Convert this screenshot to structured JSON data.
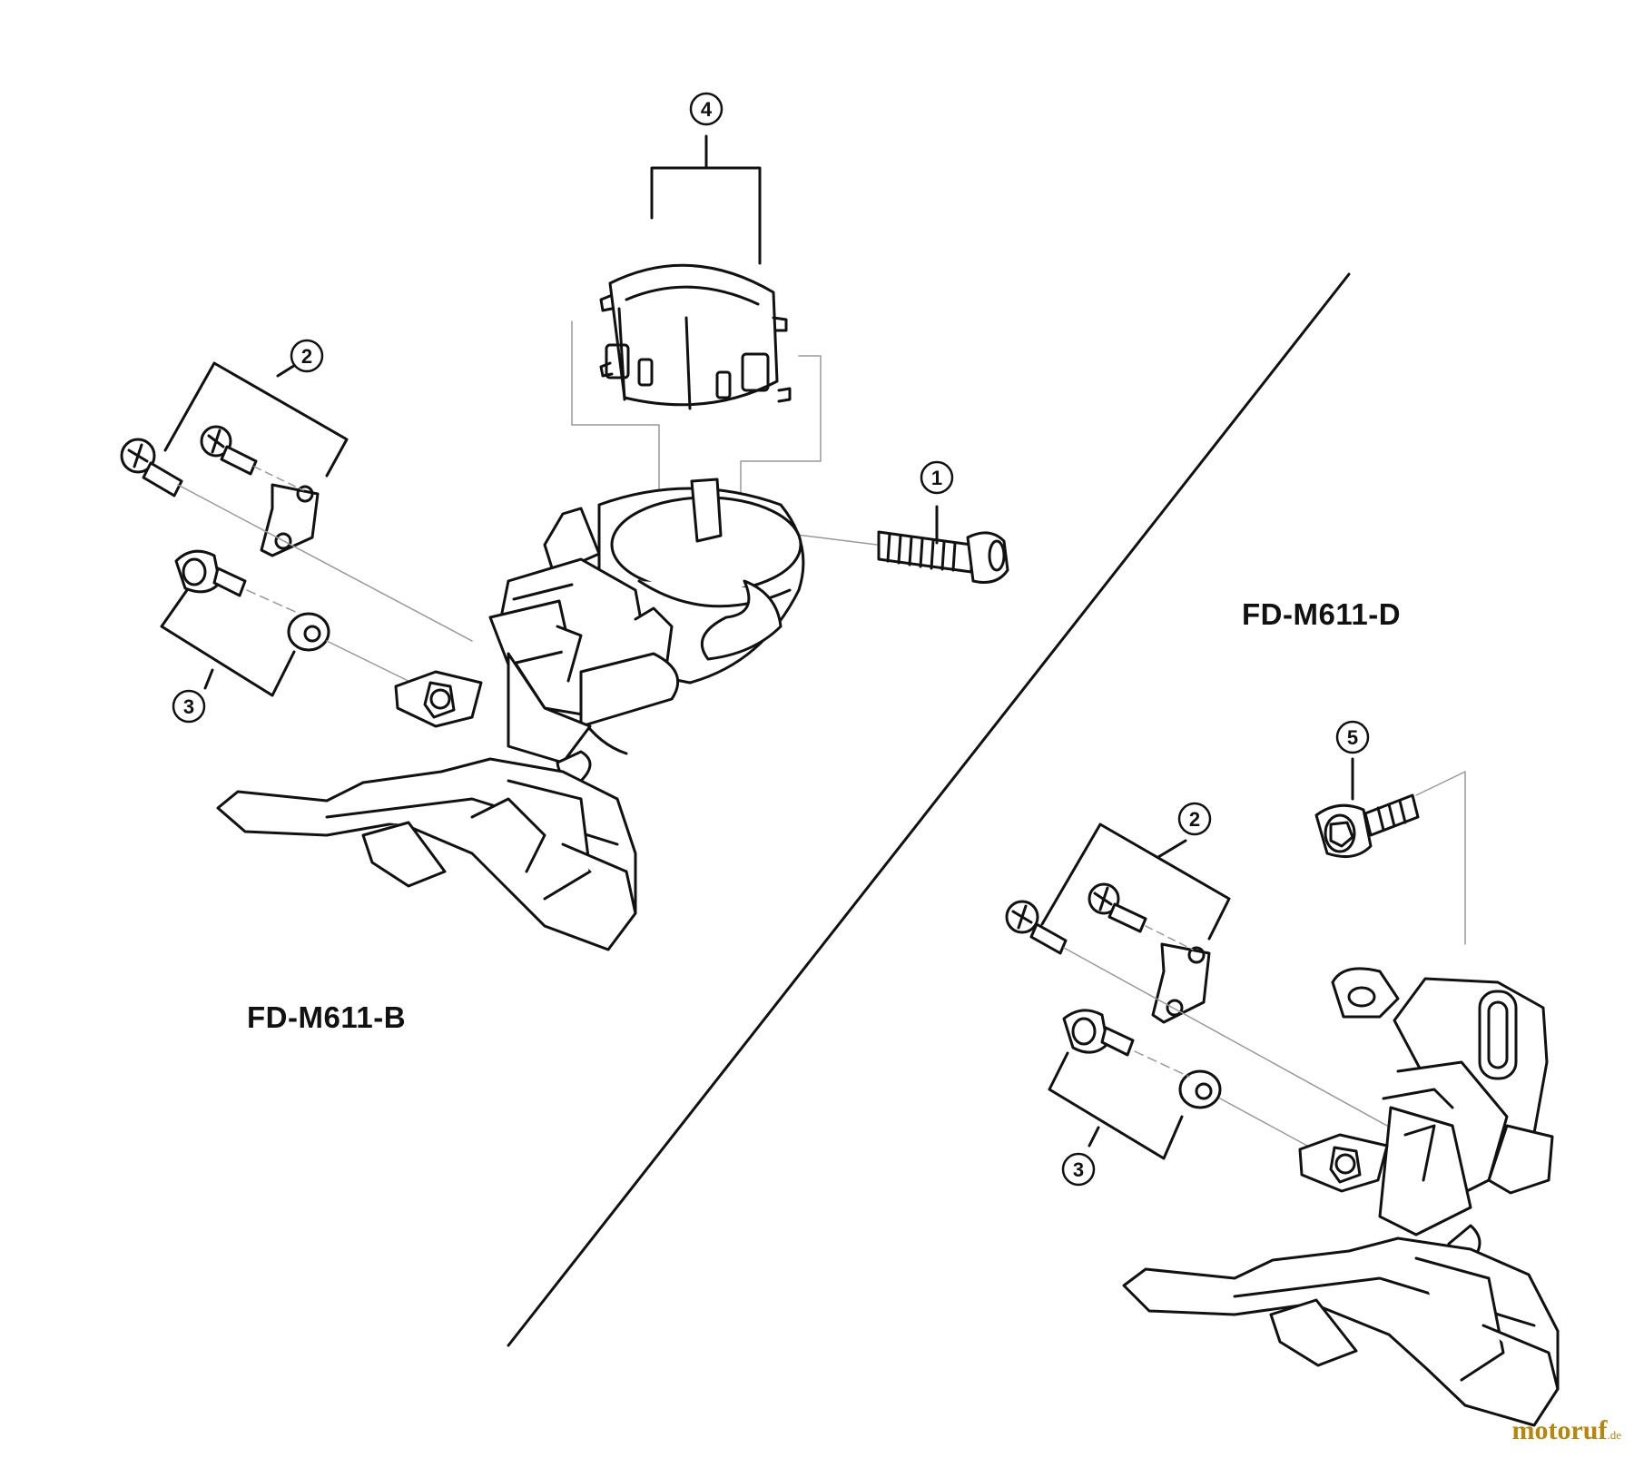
{
  "labels": {
    "model_b": "FD-M611-B",
    "model_d": "FD-M611-D"
  },
  "callouts": {
    "c1": "1",
    "c2": "2",
    "c3": "3",
    "c4": "4",
    "c5": "5"
  },
  "watermark": {
    "brand": "motoruf",
    "tld": ".de"
  },
  "colors": {
    "line": "#111111",
    "leader": "#999999",
    "watermark": "#b8860b"
  }
}
